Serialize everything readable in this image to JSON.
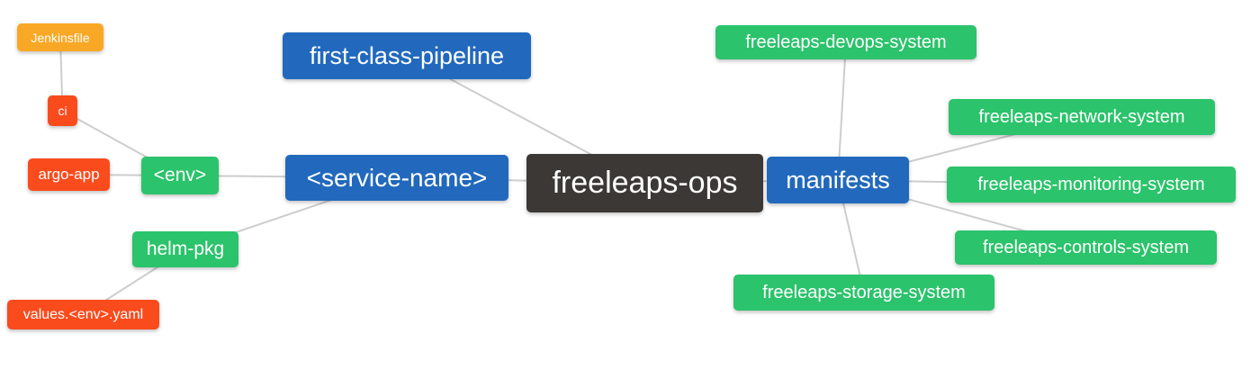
{
  "palette": {
    "root": "#3b3836",
    "branch": "#2269bd",
    "green": "#2bc36b",
    "red": "#fa4b1d",
    "orange": "#f9a825",
    "edge": "#cdcdcd",
    "label": "#ffffff",
    "background": "#ffffff"
  },
  "nodes": {
    "root": {
      "label": "freeleaps-ops",
      "type": "root"
    },
    "first_class_pipeline": {
      "label": "first-class-pipeline",
      "type": "branch"
    },
    "service_name": {
      "label": "<service-name>",
      "type": "branch"
    },
    "manifests": {
      "label": "manifests",
      "type": "branch"
    },
    "env": {
      "label": "<env>",
      "type": "green"
    },
    "helm_pkg": {
      "label": "helm-pkg",
      "type": "green"
    },
    "ci": {
      "label": "ci",
      "type": "red"
    },
    "argo_app": {
      "label": "argo-app",
      "type": "red"
    },
    "values_env_yaml": {
      "label": "values.<env>.yaml",
      "type": "red"
    },
    "jenkinsfile": {
      "label": "Jenkinsfile",
      "type": "orange"
    },
    "devops_system": {
      "label": "freeleaps-devops-system",
      "type": "green"
    },
    "network_system": {
      "label": "freeleaps-network-system",
      "type": "green"
    },
    "monitoring_system": {
      "label": "freeleaps-monitoring-system",
      "type": "green"
    },
    "controls_system": {
      "label": "freeleaps-controls-system",
      "type": "green"
    },
    "storage_system": {
      "label": "freeleaps-storage-system",
      "type": "green"
    }
  },
  "edges": [
    [
      "jenkinsfile",
      "ci"
    ],
    [
      "ci",
      "env"
    ],
    [
      "argo_app",
      "env"
    ],
    [
      "env",
      "service_name"
    ],
    [
      "helm_pkg",
      "service_name"
    ],
    [
      "values_env_yaml",
      "helm_pkg"
    ],
    [
      "service_name",
      "root"
    ],
    [
      "first_class_pipeline",
      "root"
    ],
    [
      "root",
      "manifests"
    ],
    [
      "manifests",
      "devops_system"
    ],
    [
      "manifests",
      "network_system"
    ],
    [
      "manifests",
      "monitoring_system"
    ],
    [
      "manifests",
      "controls_system"
    ],
    [
      "manifests",
      "storage_system"
    ]
  ]
}
